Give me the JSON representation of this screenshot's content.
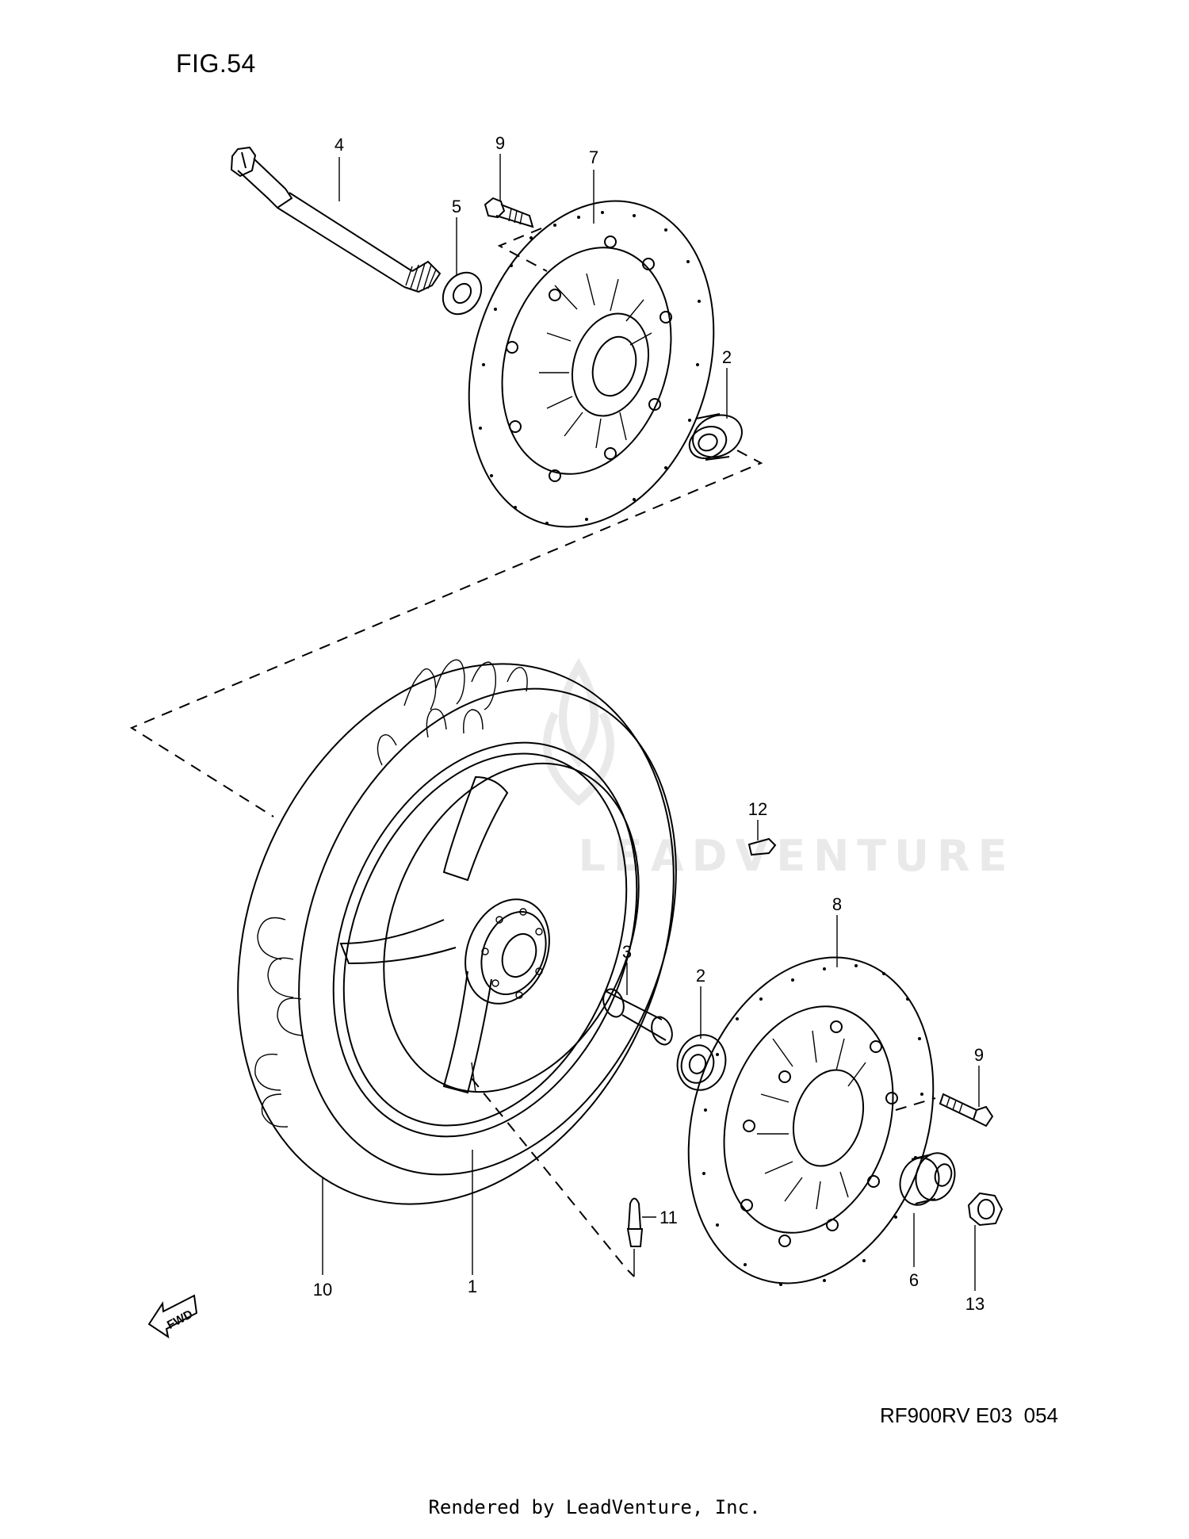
{
  "figure": {
    "title": "FIG.54",
    "drawing_code": "RF900RV E03  054",
    "footer": "Rendered by LeadVenture, Inc.",
    "watermark": "LEADVENTURE",
    "fwd_label": "FWD"
  },
  "callouts": [
    {
      "id": "c4",
      "label": "4"
    },
    {
      "id": "c9a",
      "label": "9"
    },
    {
      "id": "c7",
      "label": "7"
    },
    {
      "id": "c5",
      "label": "5"
    },
    {
      "id": "c2a",
      "label": "2"
    },
    {
      "id": "c12",
      "label": "12"
    },
    {
      "id": "c8",
      "label": "8"
    },
    {
      "id": "c3",
      "label": "3"
    },
    {
      "id": "c2b",
      "label": "2"
    },
    {
      "id": "c9b",
      "label": "9"
    },
    {
      "id": "c11",
      "label": "11"
    },
    {
      "id": "c6",
      "label": "6"
    },
    {
      "id": "c13",
      "label": "13"
    },
    {
      "id": "c10",
      "label": "10"
    },
    {
      "id": "c1",
      "label": "1"
    }
  ]
}
